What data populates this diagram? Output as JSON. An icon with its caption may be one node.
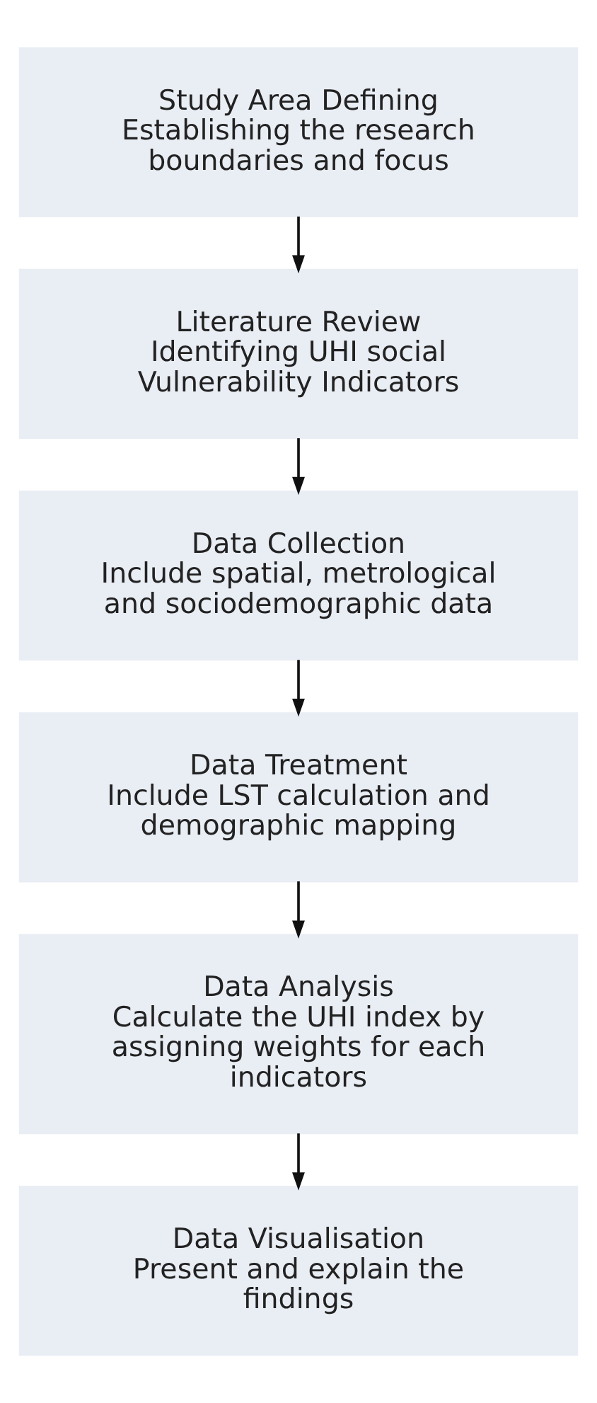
{
  "diagram": {
    "nodes": [
      {
        "text": [
          "Study Area Defining",
          "Establishing the research boundaries and focus"
        ]
      },
      {
        "text": [
          "Literature Review",
          "Identifying UHI social Vulnerability Indicators"
        ]
      },
      {
        "text": [
          "Data Collection",
          "Include spatial, metrological and sociodemographic data"
        ]
      },
      {
        "text": [
          "Data Treatment",
          "Include LST calculation and demographic mapping"
        ]
      },
      {
        "text": [
          "Data Analysis",
          "Calculate the UHI index by assigning weights for each indicators"
        ]
      },
      {
        "text": [
          "Data Visualisation",
          "Present and explain the findings"
        ]
      }
    ],
    "edges": [
      {
        "from": 0,
        "to": 1,
        "arrow": "to"
      },
      {
        "from": 1,
        "to": 2,
        "arrow": "to"
      },
      {
        "from": 2,
        "to": 3,
        "arrow": "to"
      },
      {
        "from": 3,
        "to": 4,
        "arrow": "to"
      },
      {
        "from": 4,
        "to": 5,
        "arrow": "to"
      }
    ]
  }
}
